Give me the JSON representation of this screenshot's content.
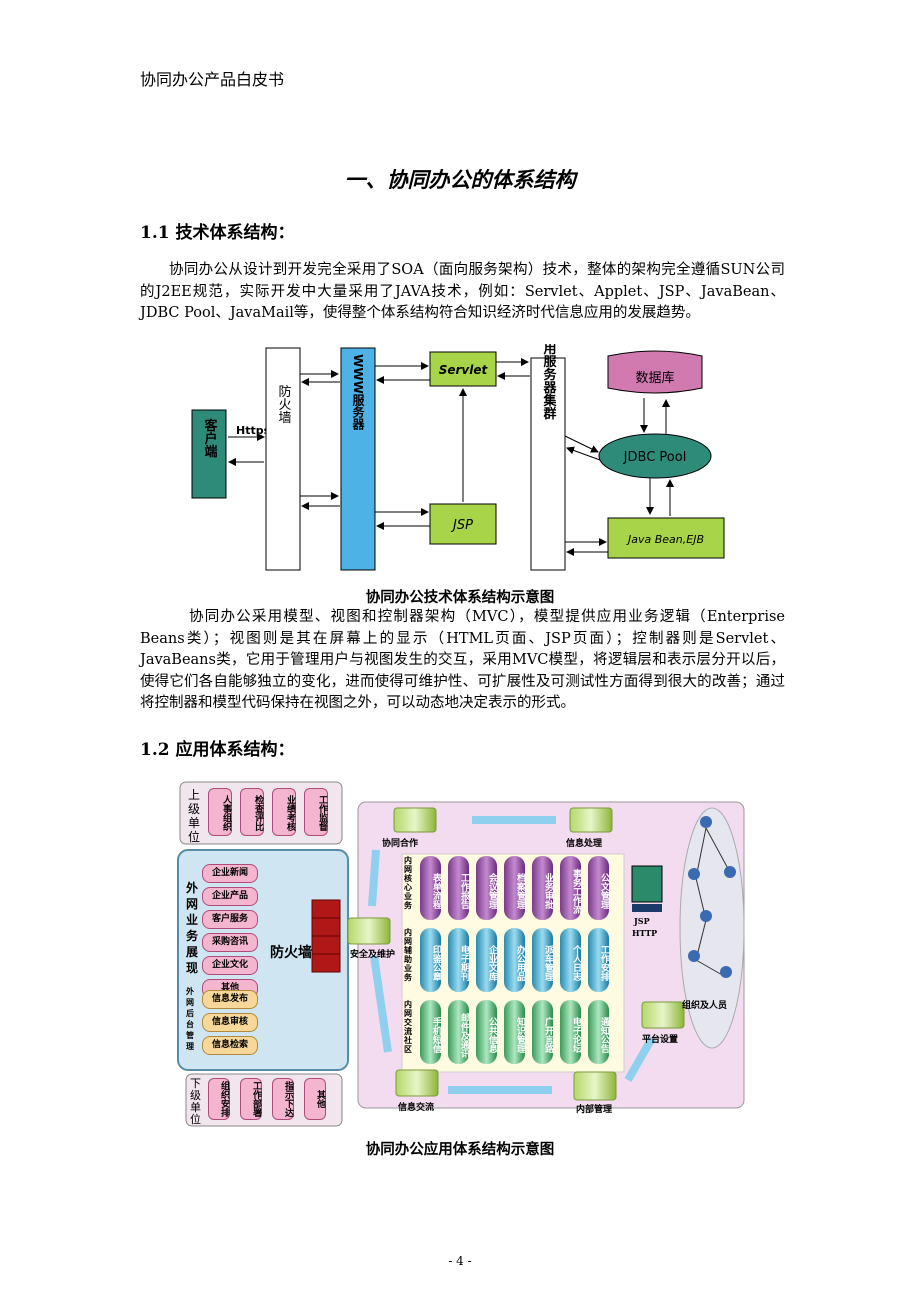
{
  "header": {
    "title": "协同办公产品白皮书"
  },
  "section": {
    "title": "一、协同办公的体系结构"
  },
  "s11": {
    "heading": "1.1 技术体系结构：",
    "para1": "协同办公从设计到开发完全采用了SOA（面向服务架构）技术，整体的架构完全遵循SUN公司的J2EE规范，实际开发中大量采用了JAVA技术，例如：Servlet、Applet、JSP、JavaBean、JDBC Pool、JavaMail等，使得整个体系结构符合知识经济时代信息应用的发展趋势。",
    "caption": "协同办公技术体系结构示意图",
    "para2": "协同办公采用模型、视图和控制器架构（MVC），模型提供应用业务逻辑（Enterprise Beans类）；视图则是其在屏幕上的显示（HTML页面、JSP页面）；控制器则是Servlet、JavaBeans类，它用于管理用户与视图发生的交互，采用MVC模型，将逻辑层和表示层分开以后，使得它们各自能够独立的变化，进而使得可维护性、可扩展性及可测试性方面得到很大的改善；通过将控制器和模型代码保持在视图之外，可以动态地决定表示的形式。"
  },
  "diagram1": {
    "client": "客户端",
    "https": "Https",
    "firewall": "防火墙",
    "www": "WWW服务器",
    "servlet": "Servlet",
    "jsp": "JSP",
    "appcluster": "应用服务器集群",
    "database": "数据库",
    "jdbc": "JDBC Pool",
    "javabean": "Java Bean,EJB"
  },
  "s12": {
    "heading": "1.2 应用体系结构：",
    "caption": "协同办公应用体系结构示意图"
  },
  "diagram2": {
    "upper_unit": "上级单位",
    "upper_items": [
      "人事组织",
      "检查评比",
      "业绩考核",
      "工作监督"
    ],
    "outer_label": "外网业务展现",
    "outer_items": [
      "企业新闻",
      "企业产品",
      "客户服务",
      "采购咨讯",
      "企业文化",
      "其他"
    ],
    "back_label": "外网后台管理",
    "back_items": [
      "信息发布",
      "信息审核",
      "信息检索"
    ],
    "firewall": "防火墙",
    "lower_unit": "下级单位",
    "lower_items": [
      "组织安排",
      "工作部署",
      "指示下达",
      "其他"
    ],
    "nodes": {
      "coop": "协同合作",
      "infoproc": "信息处理",
      "security": "安全及维护",
      "platform": "平台设置",
      "infoex": "信息交流",
      "internal": "内部管理"
    },
    "rows": [
      {
        "label": "内网核心业务",
        "items": [
          "表单流程",
          "工作报告",
          "会议管理",
          "档案管理",
          "业务审批",
          "事务工作流",
          "公文管理"
        ]
      },
      {
        "label": "内网辅助业务",
        "items": [
          "印鉴公章",
          "电子期刊",
          "企业文库",
          "办公用品",
          "派车管理",
          "个人日志",
          "工作安排"
        ]
      },
      {
        "label": "内网交流社区",
        "items": [
          "手机短信",
          "邮件及通讯",
          "公共信息",
          "知识管理",
          "广开言路",
          "电子论坛",
          "通知公告"
        ]
      }
    ],
    "jsp": "JSP",
    "http": "HTTP",
    "org": "组织及人员"
  },
  "footer": {
    "page": "- 4 -"
  },
  "colors": {
    "green": "#a8d44a",
    "blue": "#4db3e6",
    "teal": "#2e8b7a",
    "pink": "#d07ab0",
    "purple": "#8a4a9a"
  }
}
